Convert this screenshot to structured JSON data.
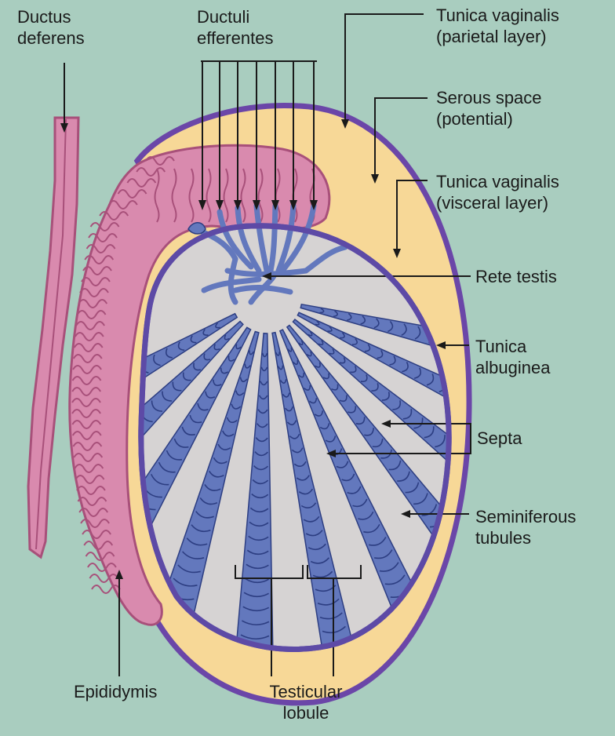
{
  "colors": {
    "background": "#a9cdbf",
    "epididymis": "#d98aae",
    "epididymis_stroke": "#a8507a",
    "serous_space": "#f7d897",
    "tunica_vaginalis": "#6b46a8",
    "tunica_albuginea": "#5d4aa6",
    "interstitium": "#d6d3d3",
    "tubules": "#6378bd",
    "tubule_lines": "#2d3e82",
    "leader_lines": "#1a1a1a"
  },
  "labels": {
    "ductus_deferens": [
      "Ductus",
      "deferens"
    ],
    "ductuli_efferentes": [
      "Ductuli",
      "efferentes"
    ],
    "tv_parietal": [
      "Tunica vaginalis",
      "(parietal layer)"
    ],
    "serous_space": [
      "Serous space",
      "(potential)"
    ],
    "tv_visceral": [
      "Tunica vaginalis",
      "(visceral layer)"
    ],
    "rete_testis": [
      "Rete testis"
    ],
    "tunica_albuginea": [
      "Tunica",
      "albuginea"
    ],
    "septa": [
      "Septa"
    ],
    "seminiferous_tubules": [
      "Seminiferous",
      "tubules"
    ],
    "epididymis": [
      "Epididymis"
    ],
    "testicular_lobule": [
      "Testicular",
      "lobule"
    ]
  }
}
